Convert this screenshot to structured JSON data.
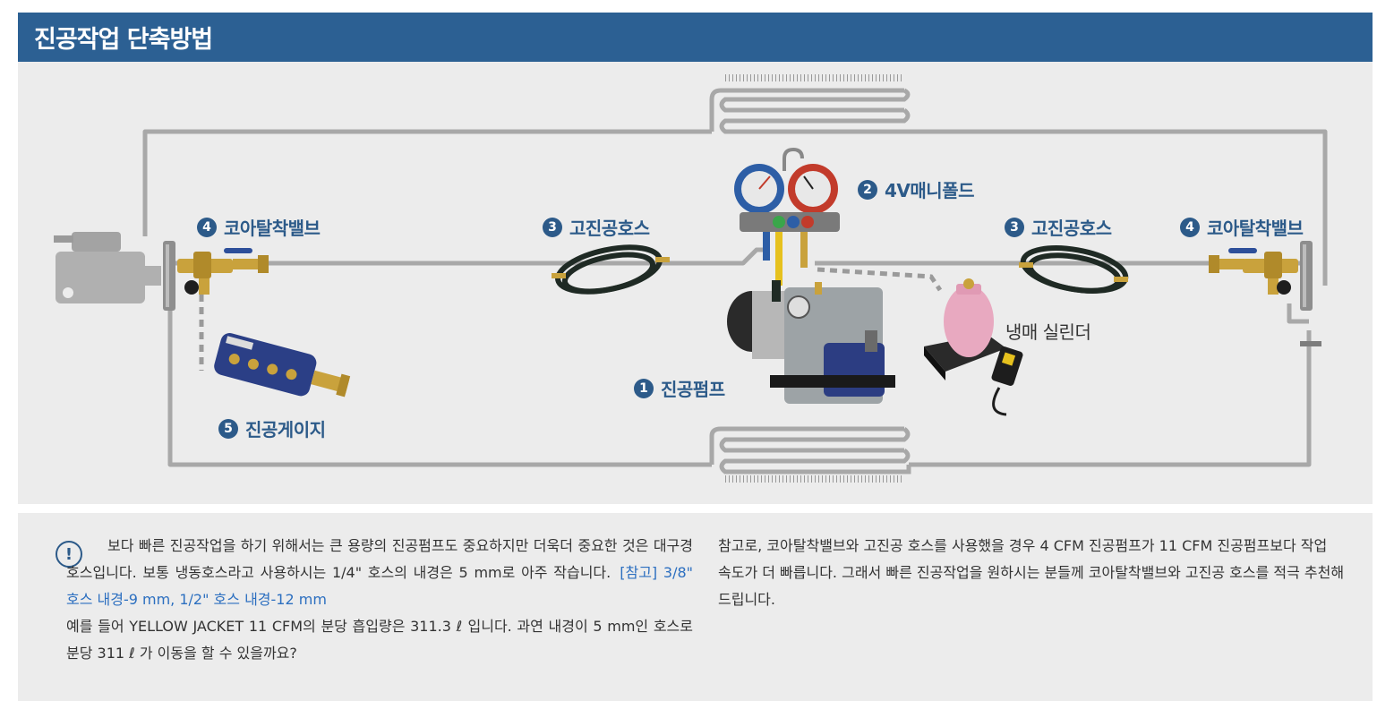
{
  "header": {
    "title": "진공작업 단축방법"
  },
  "diagram": {
    "labels": [
      {
        "num": "4",
        "text": "코아탈착밸브"
      },
      {
        "num": "3",
        "text": "고진공호스"
      },
      {
        "num": "2",
        "text": "4V매니폴드"
      },
      {
        "num": "3",
        "text": "고진공호스"
      },
      {
        "num": "4",
        "text": "코아탈착밸브"
      },
      {
        "num": "1",
        "text": "진공펌프"
      },
      {
        "num": "5",
        "text": "진공게이지"
      }
    ],
    "cylinder_label": "냉매 실린더",
    "colors": {
      "pipe": "#a8a8a8",
      "label": "#2c5a89",
      "brass": "#c9a23c",
      "gauge_blue": "#2d5ea6",
      "gauge_red": "#c23b2b"
    }
  },
  "note": {
    "icon": "exclamation-icon",
    "line1": "보다 빠른 진공작업을 하기 위해서는 큰 용량의 진공펌프도 중요하지만 더욱더 중요한 것은 대구경 호스입니다. 보통 냉동호스라고 사용하시는 1/4\" 호스의 내경은 5 mm로 아주 작습니다.",
    "reference": "[참고] 3/8\" 호스 내경-9 mm, 1/2\" 호스 내경-12 mm",
    "line2": "예를 들어 YELLOW JACKET 11 CFM의 분당 흡입량은 311.3 ℓ 입니다. 과연 내경이 5 mm인 호스로 분당 311 ℓ 가 이동을 할 수 있을까요?",
    "right": "참고로, 코아탈착밸브와 고진공 호스를 사용했을 경우 4 CFM 진공펌프가 11 CFM 진공펌프보다 작업 속도가 더 빠릅니다. 그래서 빠른 진공작업을 원하시는 분들께 코아탈착밸브와 고진공 호스를 적극 추천해 드립니다."
  }
}
